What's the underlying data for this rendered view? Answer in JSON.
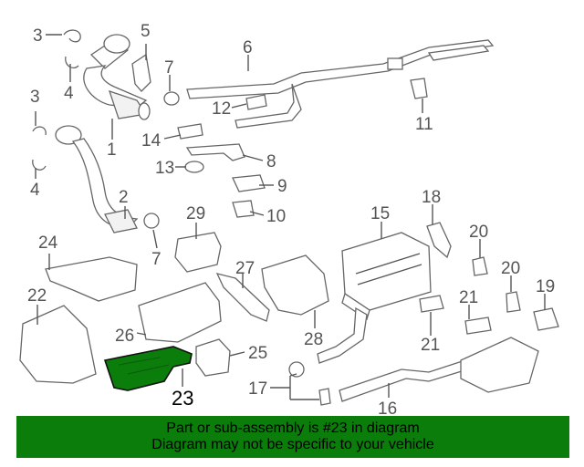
{
  "callouts": [
    {
      "id": "c1",
      "text": "1"
    },
    {
      "id": "c2",
      "text": "2"
    },
    {
      "id": "c3a",
      "text": "3"
    },
    {
      "id": "c3b",
      "text": "3"
    },
    {
      "id": "c4a",
      "text": "4"
    },
    {
      "id": "c4b",
      "text": "4"
    },
    {
      "id": "c5",
      "text": "5"
    },
    {
      "id": "c6",
      "text": "6"
    },
    {
      "id": "c7a",
      "text": "7"
    },
    {
      "id": "c7b",
      "text": "7"
    },
    {
      "id": "c8",
      "text": "8"
    },
    {
      "id": "c9",
      "text": "9"
    },
    {
      "id": "c10",
      "text": "10"
    },
    {
      "id": "c11",
      "text": "11"
    },
    {
      "id": "c12",
      "text": "12"
    },
    {
      "id": "c13",
      "text": "13"
    },
    {
      "id": "c14",
      "text": "14"
    },
    {
      "id": "c15",
      "text": "15"
    },
    {
      "id": "c16",
      "text": "16"
    },
    {
      "id": "c17",
      "text": "17"
    },
    {
      "id": "c18",
      "text": "18"
    },
    {
      "id": "c19",
      "text": "19"
    },
    {
      "id": "c20a",
      "text": "20"
    },
    {
      "id": "c20b",
      "text": "20"
    },
    {
      "id": "c21a",
      "text": "21"
    },
    {
      "id": "c21b",
      "text": "21"
    },
    {
      "id": "c22",
      "text": "22"
    },
    {
      "id": "c23",
      "text": "23"
    },
    {
      "id": "c24",
      "text": "24"
    },
    {
      "id": "c25",
      "text": "25"
    },
    {
      "id": "c26",
      "text": "26"
    },
    {
      "id": "c27",
      "text": "27"
    },
    {
      "id": "c28",
      "text": "28"
    },
    {
      "id": "c29",
      "text": "29"
    }
  ],
  "highlighted_part": "23",
  "highlight_color": "#0a7d0a",
  "banner": {
    "line1": "Part or sub-assembly is #23 in diagram",
    "line2": "Diagram may not be specific to your vehicle"
  }
}
